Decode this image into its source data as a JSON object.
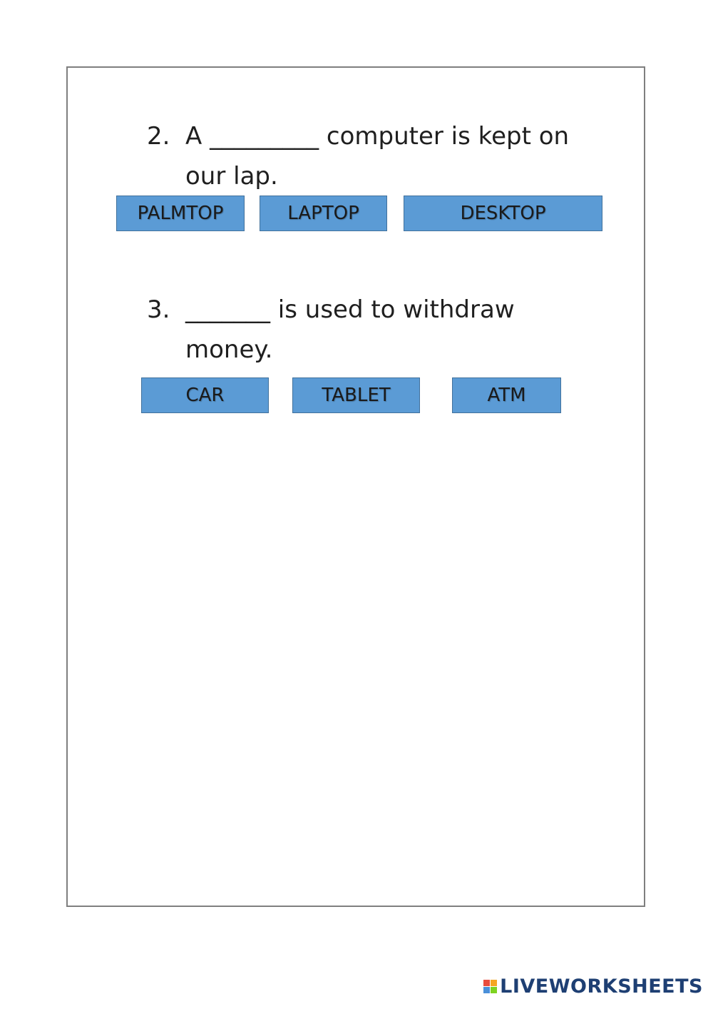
{
  "questions": [
    {
      "number": "2.",
      "text": "A _________ computer is kept on our lap.",
      "options": [
        "PALMTOP",
        "LAPTOP",
        "DESKTOP"
      ]
    },
    {
      "number": "3.",
      "text": "_______ is used to withdraw money.",
      "options": [
        "CAR",
        "TABLET",
        "ATM"
      ]
    }
  ],
  "branding": {
    "text": "LIVEWORKSHEETS",
    "logo_colors": [
      "#e84c3d",
      "#f5a623",
      "#4a90d9",
      "#7ed321"
    ]
  },
  "colors": {
    "option_fill": "#5b9bd5",
    "option_border": "#41719c",
    "frame_border": "#7f7f7f",
    "brand_text": "#1e3f73"
  }
}
